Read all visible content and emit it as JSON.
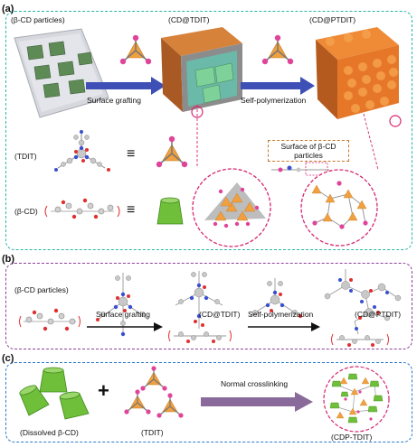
{
  "panel_a": {
    "label": "(a)",
    "beta_cd_particles": "(β-CD particles)",
    "cd_tdit": "(CD@TDIT)",
    "cd_ptdit": "(CD@PTDIT)",
    "surface_grafting": "Surface grafting",
    "self_polymerization": "Self-polymerization",
    "surface_of_beta_cd": "Surface of β-CD particles",
    "tdit": "(TDIT)",
    "beta_cd": "(β-CD)",
    "equiv": "≡"
  },
  "panel_b": {
    "label": "(b)",
    "beta_cd_particles": "(β-CD particles)",
    "surface_grafting": "Surface grafting",
    "cd_tdit": "(CD@TDIT)",
    "self_polymerization": "Self-polymerization",
    "cd_ptdit": "(CD@PTDIT)"
  },
  "panel_c": {
    "label": "(c)",
    "plus": "+",
    "normal_crosslinking": "Normal crosslinking",
    "dissolved_beta_cd": "(Dissolved β-CD)",
    "tdit": "(TDIT)",
    "cdp_tdit": "(CDP-TDIT)"
  },
  "colors": {
    "panel_a_border": "#23b8a6",
    "panel_b_border": "#8e3f9a",
    "panel_c_border": "#2a7bd0",
    "arrow_blue": "#3e4fb5",
    "arrow_purple": "#8a6a9a",
    "tdit_orange": "#f0a040",
    "node_pink": "#e0449a",
    "cd_green": "#6fbf3a",
    "polymer_orange": "#e87a2a",
    "zoom_pink": "#d62670"
  }
}
